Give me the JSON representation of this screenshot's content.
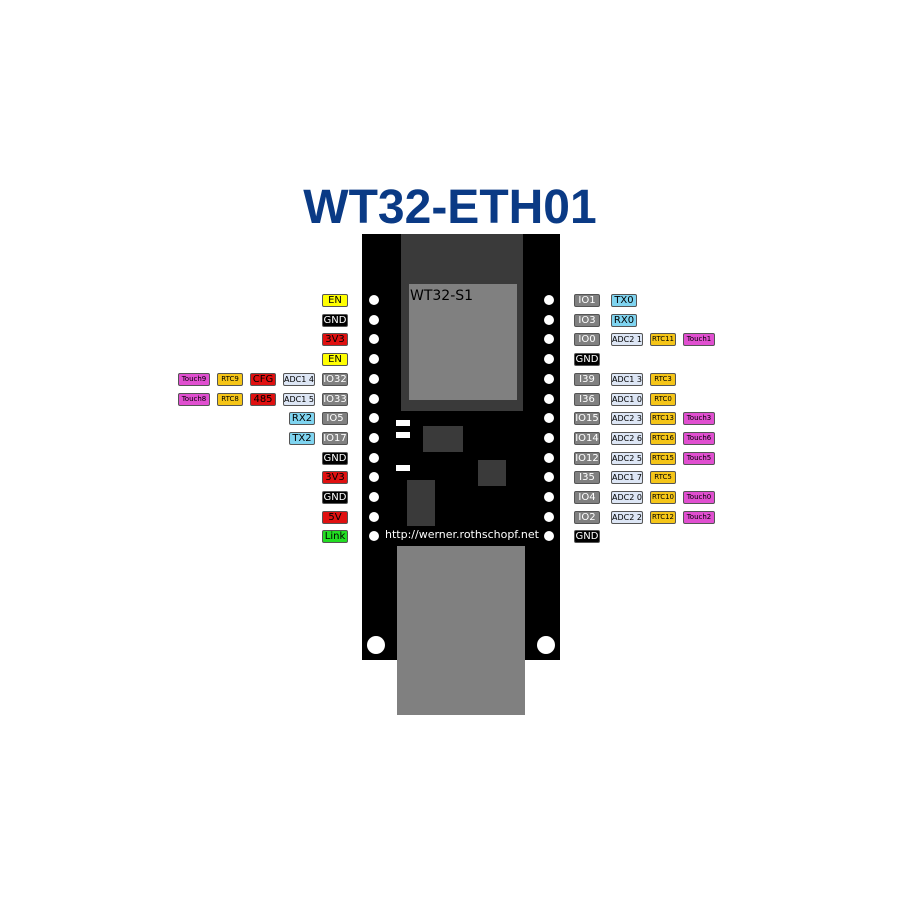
{
  "title": "WT32-ETH01",
  "module_label": "WT32-S1",
  "url": "http://werner.rothschopf.net",
  "colors": {
    "title": "#0a3a85",
    "board": "#000000",
    "yellow": "#ffff00",
    "black": "#000000",
    "red": "#e01010",
    "gray": "#808080",
    "cyan": "#7fd4f0",
    "green": "#22dd22",
    "lightblue": "#dde6f5",
    "orange": "#f5c518",
    "magenta": "#e04fd0"
  },
  "left_pins": [
    {
      "labels": [
        {
          "text": "EN",
          "kind": "yellow"
        }
      ]
    },
    {
      "labels": [
        {
          "text": "GND",
          "kind": "black"
        }
      ]
    },
    {
      "labels": [
        {
          "text": "3V3",
          "kind": "red"
        }
      ]
    },
    {
      "labels": [
        {
          "text": "EN",
          "kind": "yellow"
        }
      ]
    },
    {
      "labels": [
        {
          "text": "Touch9",
          "kind": "magenta"
        },
        {
          "text": "RTC9",
          "kind": "orange"
        },
        {
          "text": "CFG",
          "kind": "red"
        },
        {
          "text": "ADC1 4",
          "kind": "lightblue"
        },
        {
          "text": "IO32",
          "kind": "gray"
        }
      ]
    },
    {
      "labels": [
        {
          "text": "Touch8",
          "kind": "magenta"
        },
        {
          "text": "RTC8",
          "kind": "orange"
        },
        {
          "text": "485",
          "kind": "red"
        },
        {
          "text": "ADC1 5",
          "kind": "lightblue"
        },
        {
          "text": "IO33",
          "kind": "gray"
        }
      ]
    },
    {
      "labels": [
        {
          "text": "RX2",
          "kind": "cyan"
        },
        {
          "text": "IO5",
          "kind": "gray"
        }
      ]
    },
    {
      "labels": [
        {
          "text": "TX2",
          "kind": "cyan"
        },
        {
          "text": "IO17",
          "kind": "gray"
        }
      ]
    },
    {
      "labels": [
        {
          "text": "GND",
          "kind": "black"
        }
      ]
    },
    {
      "labels": [
        {
          "text": "3V3",
          "kind": "red"
        }
      ]
    },
    {
      "labels": [
        {
          "text": "GND",
          "kind": "black"
        }
      ]
    },
    {
      "labels": [
        {
          "text": "5V",
          "kind": "red"
        }
      ]
    },
    {
      "labels": [
        {
          "text": "Link",
          "kind": "green"
        }
      ]
    }
  ],
  "right_pins": [
    {
      "labels": [
        {
          "text": "IO1",
          "kind": "gray"
        },
        {
          "text": "TX0",
          "kind": "cyan"
        }
      ]
    },
    {
      "labels": [
        {
          "text": "IO3",
          "kind": "gray"
        },
        {
          "text": "RX0",
          "kind": "cyan"
        }
      ]
    },
    {
      "labels": [
        {
          "text": "IO0",
          "kind": "gray"
        },
        {
          "text": "ADC2 1",
          "kind": "lightblue"
        },
        {
          "text": "RTC11",
          "kind": "orange"
        },
        {
          "text": "Touch1",
          "kind": "magenta"
        }
      ]
    },
    {
      "labels": [
        {
          "text": "GND",
          "kind": "black"
        }
      ]
    },
    {
      "labels": [
        {
          "text": "I39",
          "kind": "gray"
        },
        {
          "text": "ADC1 3",
          "kind": "lightblue"
        },
        {
          "text": "RTC3",
          "kind": "orange"
        }
      ]
    },
    {
      "labels": [
        {
          "text": "I36",
          "kind": "gray"
        },
        {
          "text": "ADC1 0",
          "kind": "lightblue"
        },
        {
          "text": "RTC0",
          "kind": "orange"
        }
      ]
    },
    {
      "labels": [
        {
          "text": "IO15",
          "kind": "gray"
        },
        {
          "text": "ADC2 3",
          "kind": "lightblue"
        },
        {
          "text": "RTC13",
          "kind": "orange"
        },
        {
          "text": "Touch3",
          "kind": "magenta"
        }
      ]
    },
    {
      "labels": [
        {
          "text": "IO14",
          "kind": "gray"
        },
        {
          "text": "ADC2 6",
          "kind": "lightblue"
        },
        {
          "text": "RTC16",
          "kind": "orange"
        },
        {
          "text": "Touch6",
          "kind": "magenta"
        }
      ]
    },
    {
      "labels": [
        {
          "text": "IO12",
          "kind": "gray"
        },
        {
          "text": "ADC2 5",
          "kind": "lightblue"
        },
        {
          "text": "RTC15",
          "kind": "orange"
        },
        {
          "text": "Touch5",
          "kind": "magenta"
        }
      ]
    },
    {
      "labels": [
        {
          "text": "I35",
          "kind": "gray"
        },
        {
          "text": "ADC1 7",
          "kind": "lightblue"
        },
        {
          "text": "RTC5",
          "kind": "orange"
        }
      ]
    },
    {
      "labels": [
        {
          "text": "IO4",
          "kind": "gray"
        },
        {
          "text": "ADC2 0",
          "kind": "lightblue"
        },
        {
          "text": "RTC10",
          "kind": "orange"
        },
        {
          "text": "Touch0",
          "kind": "magenta"
        }
      ]
    },
    {
      "labels": [
        {
          "text": "IO2",
          "kind": "gray"
        },
        {
          "text": "ADC2 2",
          "kind": "lightblue"
        },
        {
          "text": "RTC12",
          "kind": "orange"
        },
        {
          "text": "Touch2",
          "kind": "magenta"
        }
      ]
    },
    {
      "labels": [
        {
          "text": "GND",
          "kind": "black"
        }
      ]
    }
  ]
}
